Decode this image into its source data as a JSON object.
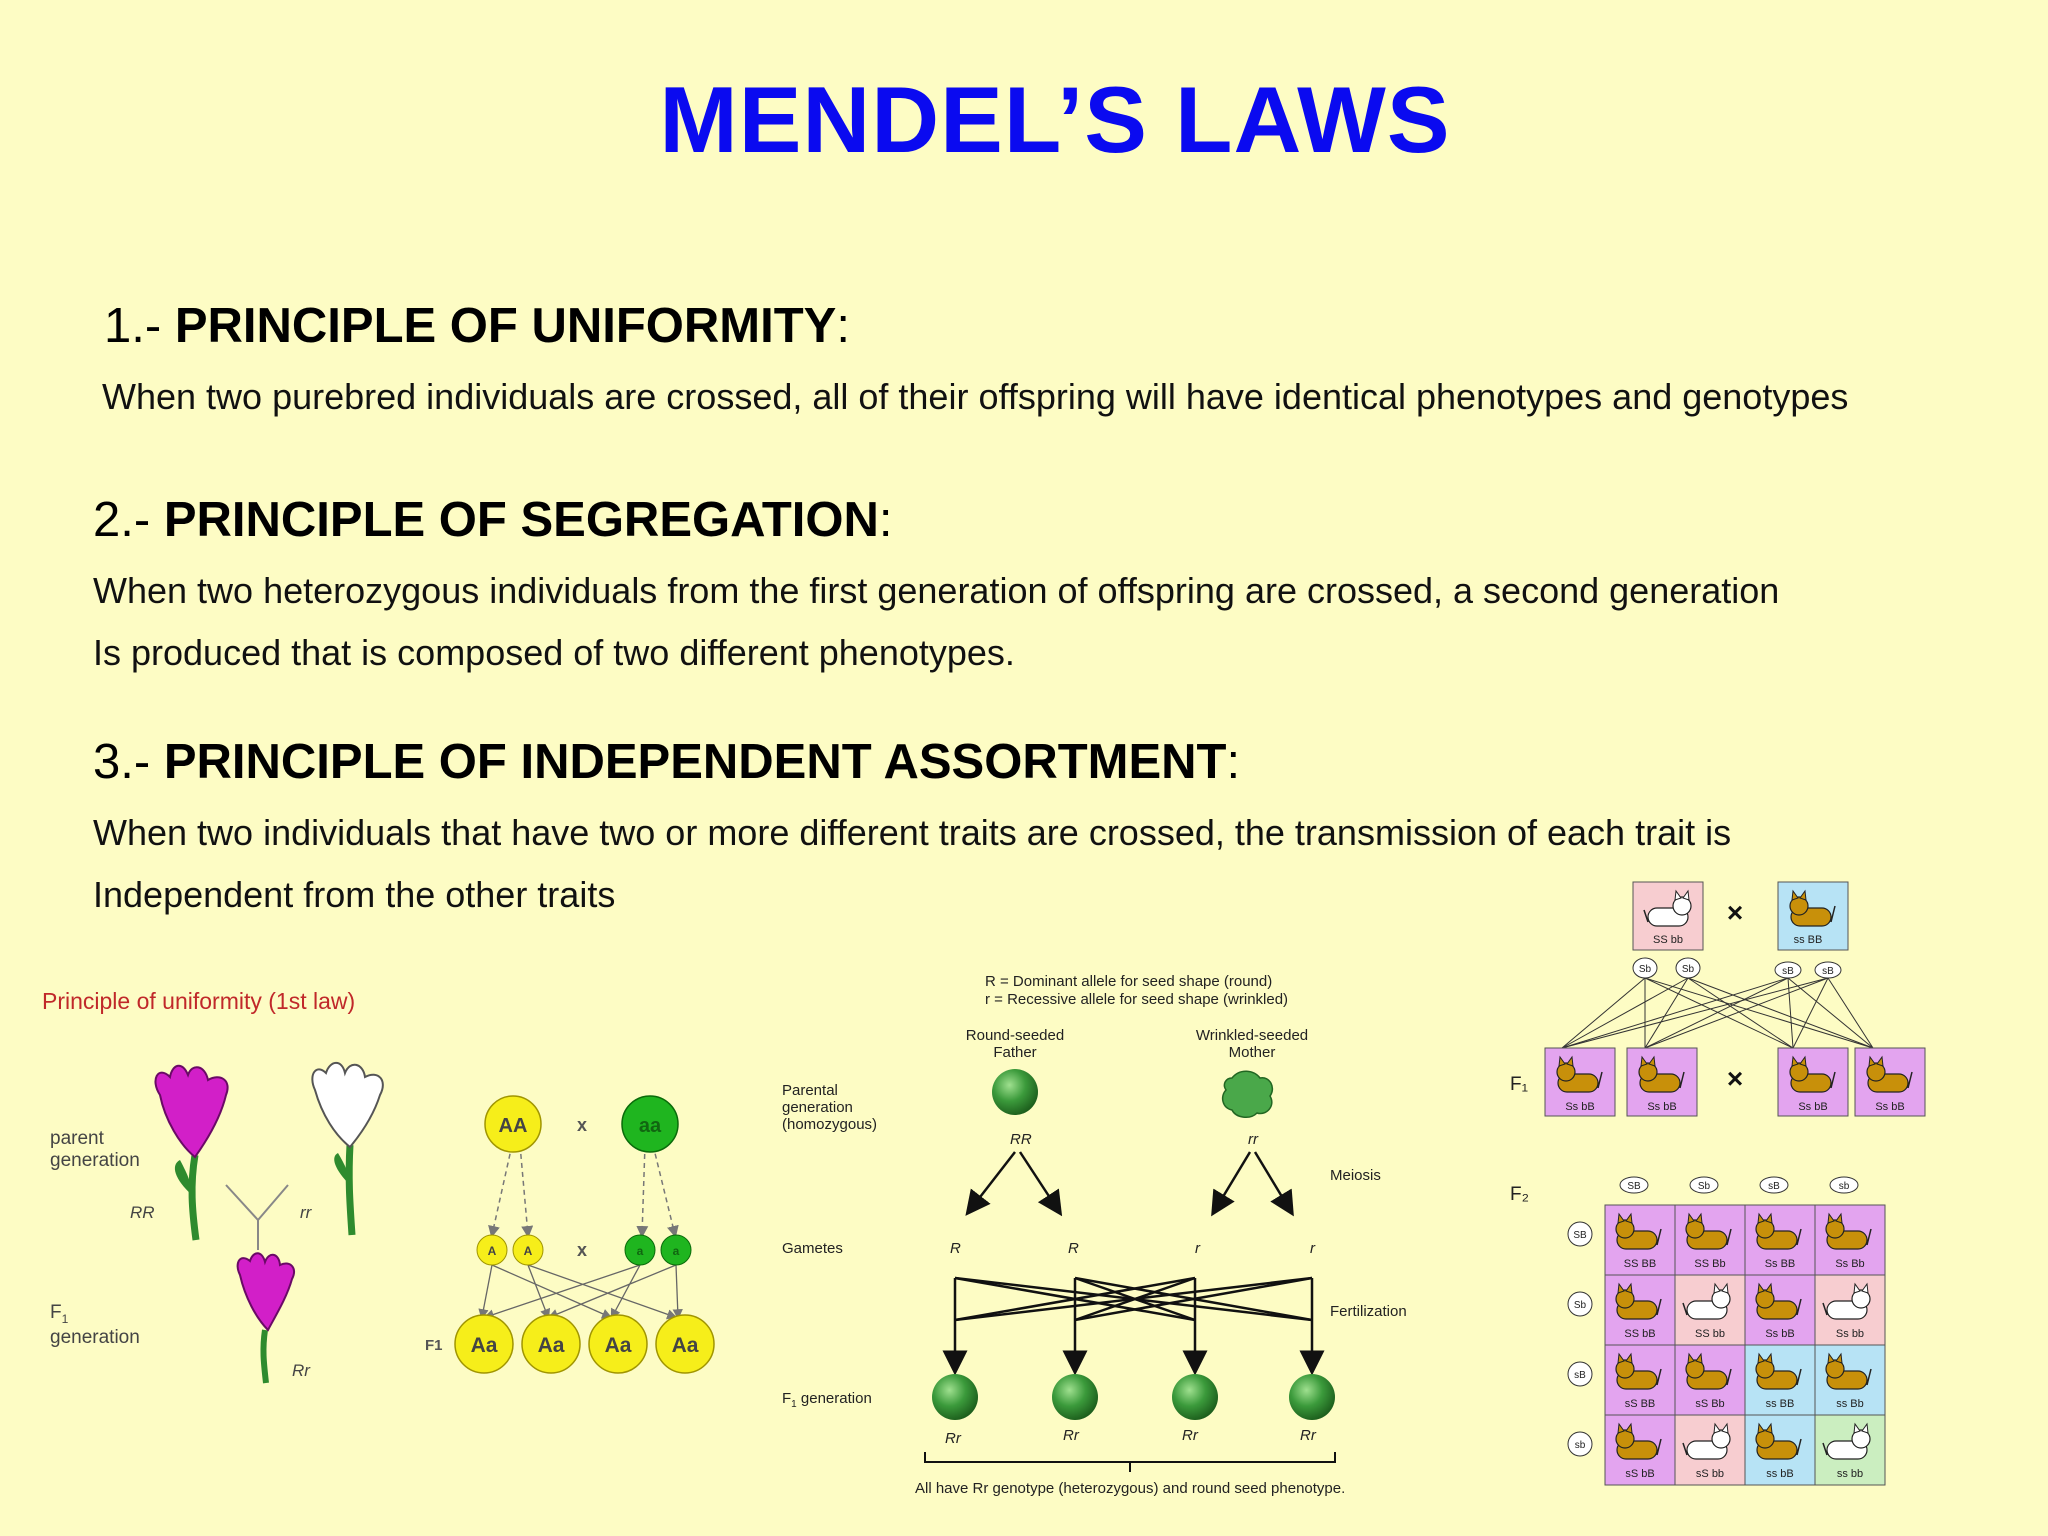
{
  "title": "MENDEL’S LAWS",
  "laws": [
    {
      "number": "1.-",
      "name": "PRINCIPLE OF UNIFORMITY",
      "colon": ":",
      "lines": [
        "When two purebred individuals are crossed, all of their offspring will have identical phenotypes and genotypes"
      ]
    },
    {
      "number": "2.-",
      "name": "PRINCIPLE OF SEGREGATION",
      "colon": ":",
      "lines": [
        "When two heterozygous individuals from the first generation of offspring are crossed, a second generation",
        "Is produced that is composed of two different phenotypes."
      ]
    },
    {
      "number": "3.-",
      "name": "PRINCIPLE OF INDEPENDENT ASSORTMENT",
      "colon": ":",
      "lines": [
        "When two individuals that have two or more different traits are crossed, the transmission of each trait is",
        "Independent from the other traits"
      ]
    }
  ],
  "figure_uniformity": {
    "caption": "Principle of uniformity (1st law)",
    "parent_label_1": "parent",
    "parent_label_2": "generation",
    "f1_label_1": "F",
    "f1_sub": "1",
    "f1_label_2": "generation",
    "genotype_left": "RR",
    "genotype_right": "rr",
    "genotype_f1": "Rr",
    "colors": {
      "magenta": "#d21fc8",
      "white": "#ffffff",
      "stem": "#2e8b2e",
      "caption": "#c0282a"
    }
  },
  "figure_gametes": {
    "parent_dominant": "AA",
    "parent_recessive": "aa",
    "cross": "x",
    "gamete_dominant": "A",
    "gamete_recessive": "a",
    "f1_label": "F1",
    "offspring": [
      "Aa",
      "Aa",
      "Aa",
      "Aa"
    ],
    "colors": {
      "yellow": "#f6ee1a",
      "green": "#1fb51f"
    }
  },
  "figure_seeds": {
    "legend_line_1": "R = Dominant allele for seed shape (round)",
    "legend_line_2": "r  = Recessive allele for seed shape (wrinkled)",
    "father_1": "Round-seeded",
    "father_2": "Father",
    "mother_1": "Wrinkled-seeded",
    "mother_2": "Mother",
    "parental_1": "Parental",
    "parental_2": "generation",
    "parental_3": "(homozygous)",
    "father_genotype": "RR",
    "mother_genotype": "rr",
    "meiosis": "Meiosis",
    "gametes_label": "Gametes",
    "gametes": [
      "R",
      "R",
      "r",
      "r"
    ],
    "fertilization": "Fertilization",
    "f1_label": "F",
    "f1_sub": "1",
    "f1_suffix": " generation",
    "offspring": [
      "Rr",
      "Rr",
      "Rr",
      "Rr"
    ],
    "footer": "All have Rr genotype (heterozygous) and round seed phenotype."
  },
  "figure_cats": {
    "parents": [
      "SS bb",
      "ss BB"
    ],
    "cross": "×",
    "parent_gametes": [
      "Sb",
      "Sb",
      "sB",
      "sB"
    ],
    "f1_label": "F₁",
    "f1": [
      "Ss bB",
      "Ss bB",
      "Ss bB",
      "Ss bB"
    ],
    "f2_label": "F₂",
    "gamete_header": [
      "SB",
      "Sb",
      "sB",
      "sb"
    ],
    "grid": [
      [
        "SS BB",
        "SS Bb",
        "Ss BB",
        "Ss Bb"
      ],
      [
        "SS bB",
        "SS bb",
        "Ss bB",
        "Ss bb"
      ],
      [
        "sS BB",
        "sS Bb",
        "ss BB",
        "ss Bb"
      ],
      [
        "sS bB",
        "sS bb",
        "ss bB",
        "ss bb"
      ]
    ],
    "colors": {
      "pink": "#f7cdd0",
      "blue": "#b7e3f5",
      "violet": "#e3a4ef",
      "green": "#cbeec0",
      "cat_orange": "#c8900a"
    }
  }
}
